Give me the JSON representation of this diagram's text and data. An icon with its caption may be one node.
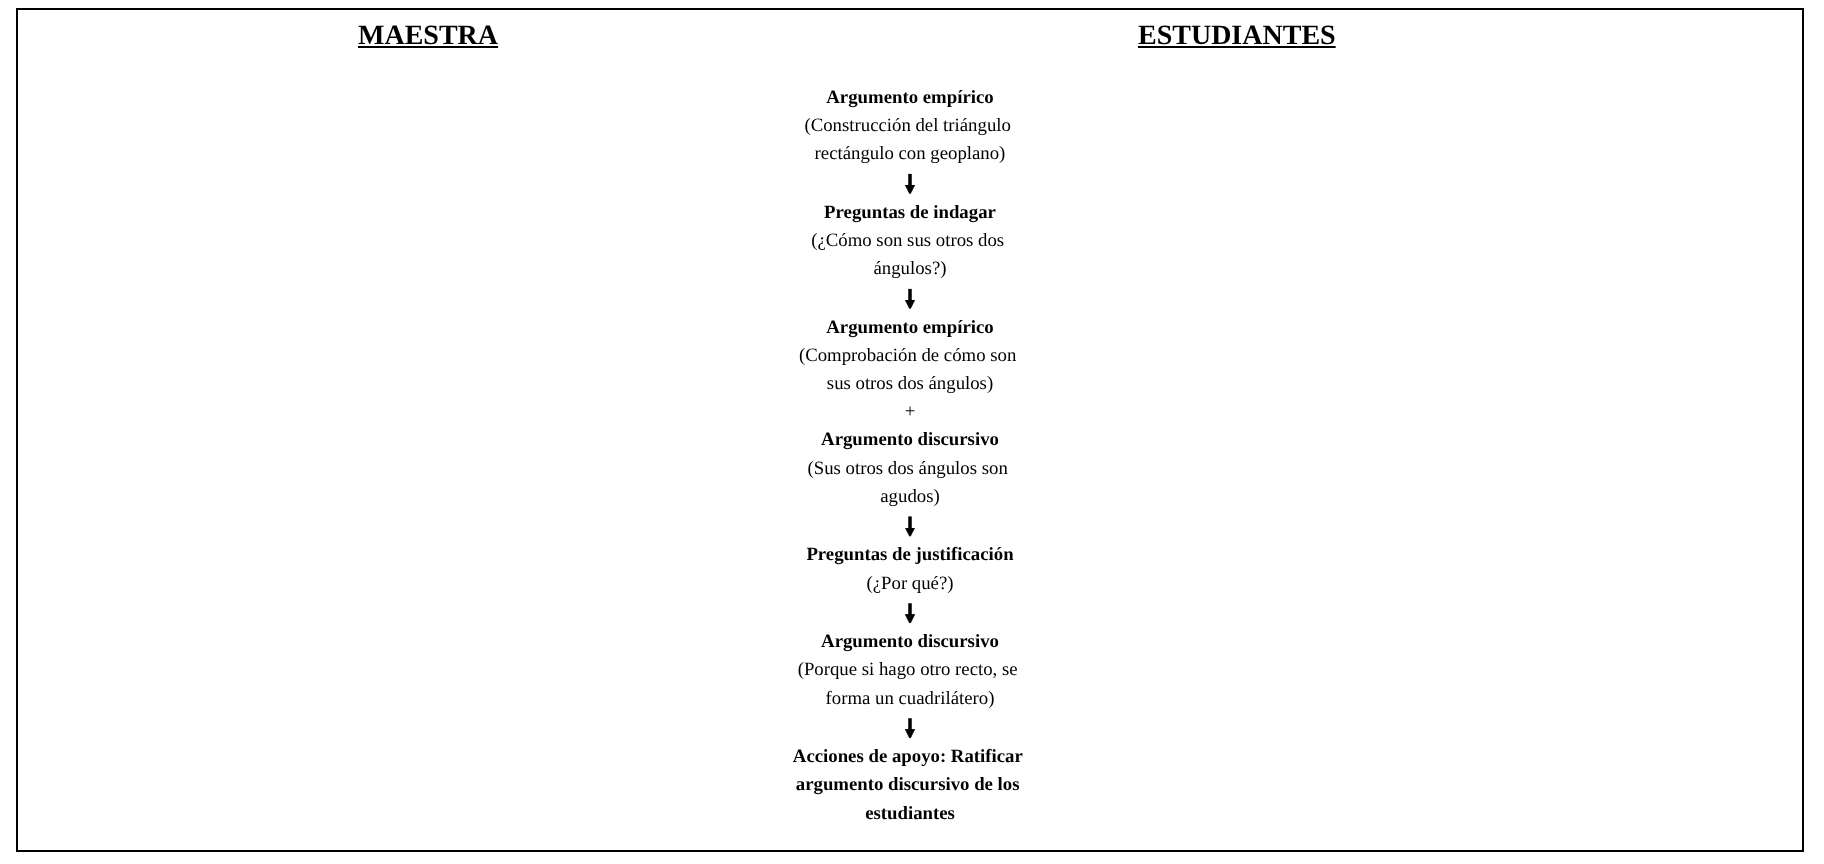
{
  "diagram": {
    "nodes": [
      {
        "text": [
          "Argumento empírico",
          "(Construcción del triángulo rectángulo con geoplano)"
        ]
      },
      {
        "text": [
          "Preguntas de indagar",
          "(¿Cómo son sus otros dos ángulos?)"
        ]
      },
      {
        "text": [
          "Argumento empírico",
          "(Comprobación de cómo son sus otros dos ángulos)",
          "+",
          "Argumento discursivo",
          "(Sus otros dos ángulos son agudos)"
        ]
      },
      {
        "text": [
          "Preguntas de justificación",
          "(¿Por qué?)"
        ]
      },
      {
        "text": [
          "Argumento discursivo",
          "(Porque si hago otro recto, se forma un cuadrilátero)"
        ]
      },
      {
        "text": [
          "Acciones de apoyo: Ratificar argumento discursivo de los estudiantes"
        ]
      }
    ],
    "edges": [
      {
        "from": 0,
        "to": 1,
        "arrow": "to"
      },
      {
        "from": 1,
        "to": 2,
        "arrow": "to"
      },
      {
        "from": 2,
        "to": 3,
        "arrow": "to"
      },
      {
        "from": 3,
        "to": 4,
        "arrow": "to"
      },
      {
        "from": 4,
        "to": 5,
        "arrow": "to"
      }
    ],
    "labels": [
      "MAESTRA",
      "ESTUDIANTES"
    ]
  }
}
